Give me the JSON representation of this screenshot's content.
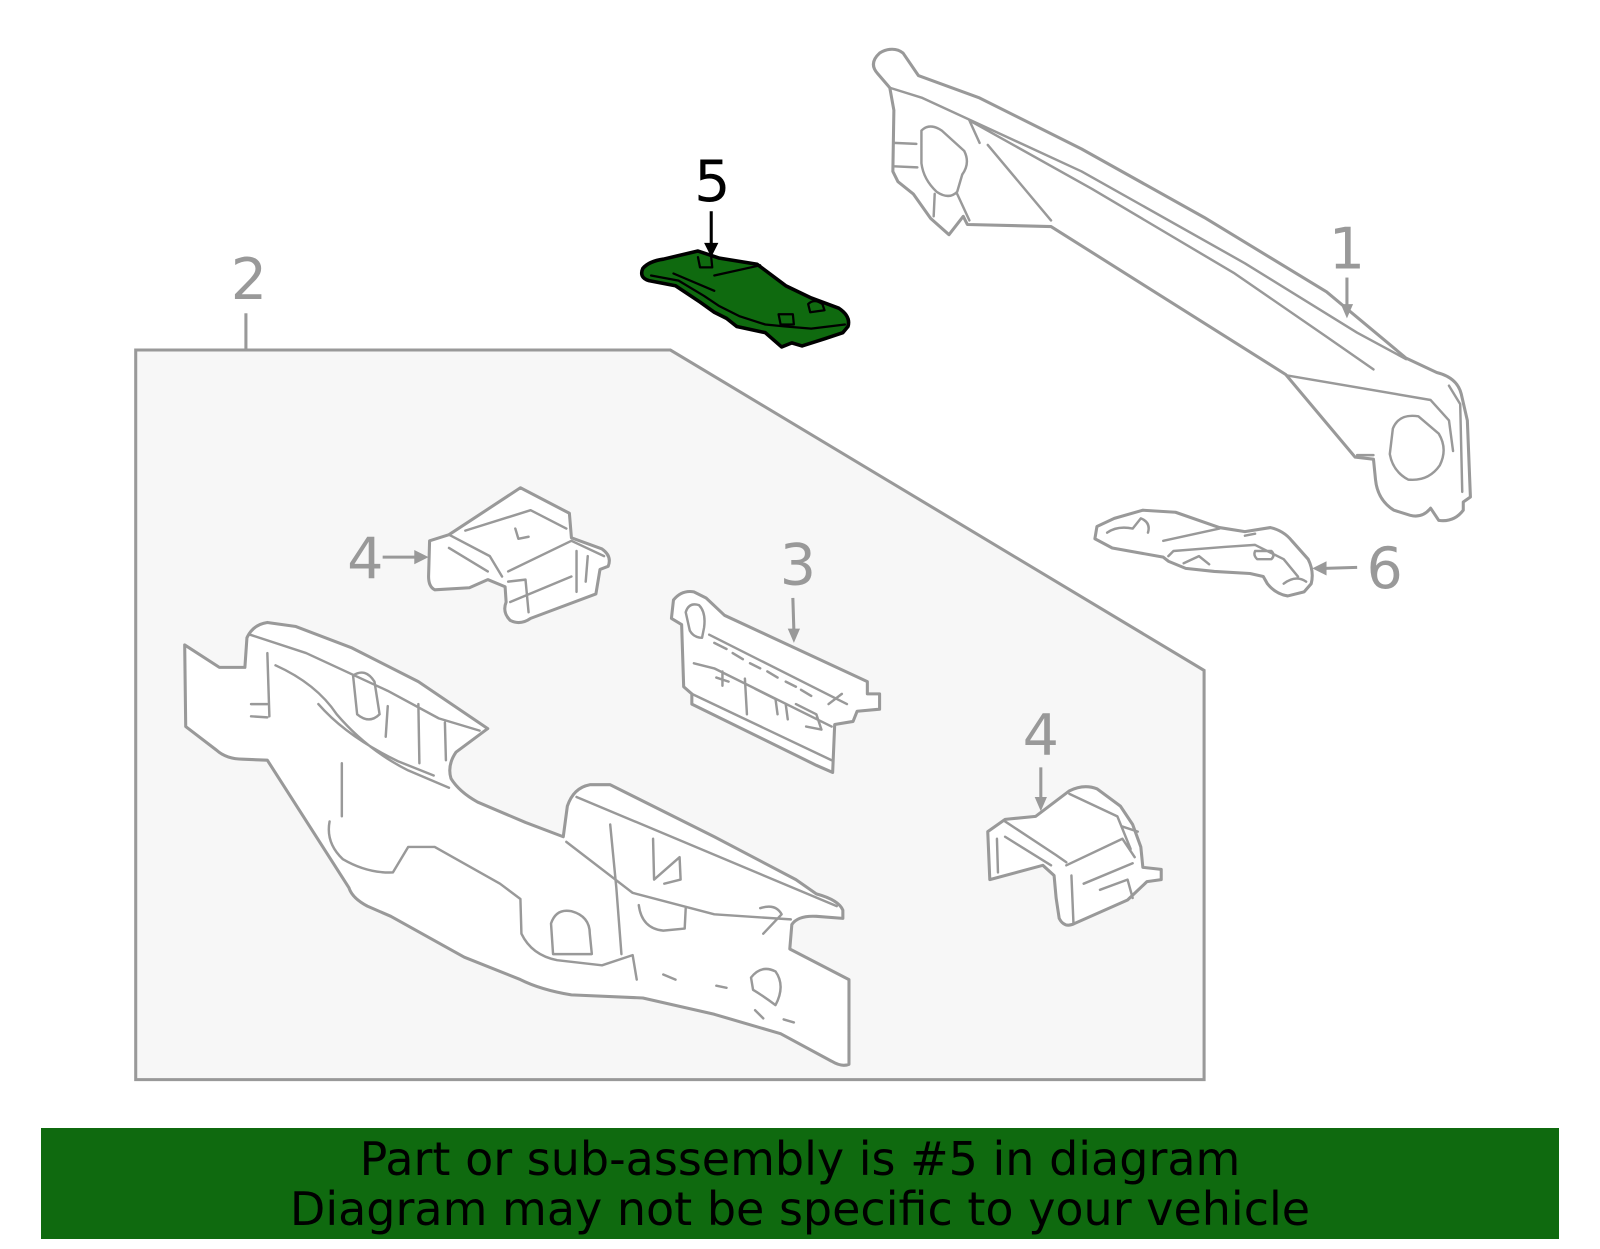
{
  "diagram": {
    "callouts": [
      {
        "label": "1",
        "highlighted": false
      },
      {
        "label": "2",
        "highlighted": false
      },
      {
        "label": "3",
        "highlighted": false
      },
      {
        "label": "4",
        "highlighted": false
      },
      {
        "label": "4",
        "highlighted": false
      },
      {
        "label": "5",
        "highlighted": true
      },
      {
        "label": "6",
        "highlighted": false
      }
    ]
  },
  "banner": {
    "line1": "Part or sub-assembly is #5 in diagram",
    "line2": "Diagram may not be specific to your vehicle"
  },
  "colors": {
    "outline": "#999999",
    "panel_background": "#f7f7f7",
    "highlight": "#0f6a0f",
    "banner_background": "#0f6a0f",
    "banner_text": "#000000"
  }
}
